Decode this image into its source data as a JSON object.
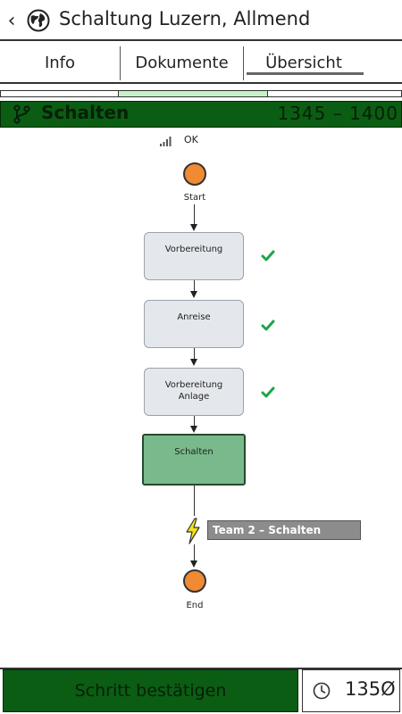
{
  "header": {
    "title": "Schaltung Luzern, Allmend",
    "back_icon": "chevron-left-icon",
    "globe_icon": "globe-icon"
  },
  "tabs": [
    {
      "label": "Info",
      "active": false
    },
    {
      "label": "Dokumente",
      "active": false
    },
    {
      "label": "Übersicht",
      "active": true
    }
  ],
  "step": {
    "title": "Schalten",
    "time_range": "1345 – 1400",
    "icon": "branch-icon",
    "color": "#0b5d14"
  },
  "status": {
    "signal_icon": "signal-bars-icon",
    "text": "OK"
  },
  "flow": {
    "start_label": "Start",
    "end_label": "End",
    "steps": [
      {
        "label": "Vorbereitung",
        "done": true
      },
      {
        "label": "Anreise",
        "done": true
      },
      {
        "label": "Vorbereitung Anlage",
        "done": true
      },
      {
        "label": "Schalten",
        "done": false,
        "active": true
      }
    ],
    "event_icon": "lightning-icon",
    "event_label": "Team 2 – Schalten"
  },
  "footer": {
    "confirm_label": "Schritt bestätigen",
    "clock_icon": "clock-icon",
    "time": "135Ø"
  }
}
